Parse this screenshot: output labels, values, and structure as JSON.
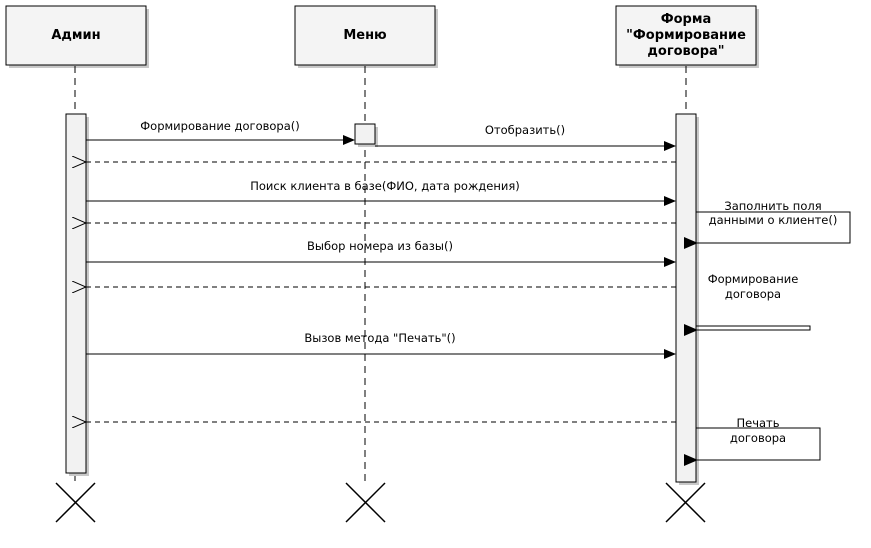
{
  "participants": [
    {
      "id": "admin",
      "lines": [
        "Админ"
      ]
    },
    {
      "id": "menu",
      "lines": [
        "Меню"
      ]
    },
    {
      "id": "form",
      "lines": [
        "Форма",
        "\"Формирование",
        "договора\""
      ]
    }
  ],
  "messages": [
    {
      "id": "m1",
      "lines": [
        "Формирование договора()"
      ]
    },
    {
      "id": "m2",
      "lines": [
        "Отобразить()"
      ]
    },
    {
      "id": "m3",
      "lines": [
        "Поиск клиента в базе(ФИО, дата рождения)"
      ]
    },
    {
      "id": "m4",
      "lines": [
        "Заполнить поля",
        "данными о клиенте()"
      ]
    },
    {
      "id": "m5",
      "lines": [
        "Выбор номера из базы()"
      ]
    },
    {
      "id": "m6",
      "lines": [
        "Формирование",
        "договора"
      ]
    },
    {
      "id": "m7",
      "lines": [
        "Вызов метода \"Печать\"()"
      ]
    },
    {
      "id": "m8",
      "lines": [
        "Печать",
        "договора"
      ]
    }
  ],
  "colors": {
    "line": "#000000",
    "header_fill": "#f4f4f4",
    "activation_fill": "#f2f2f2",
    "shadow": "#c8c8c8"
  }
}
